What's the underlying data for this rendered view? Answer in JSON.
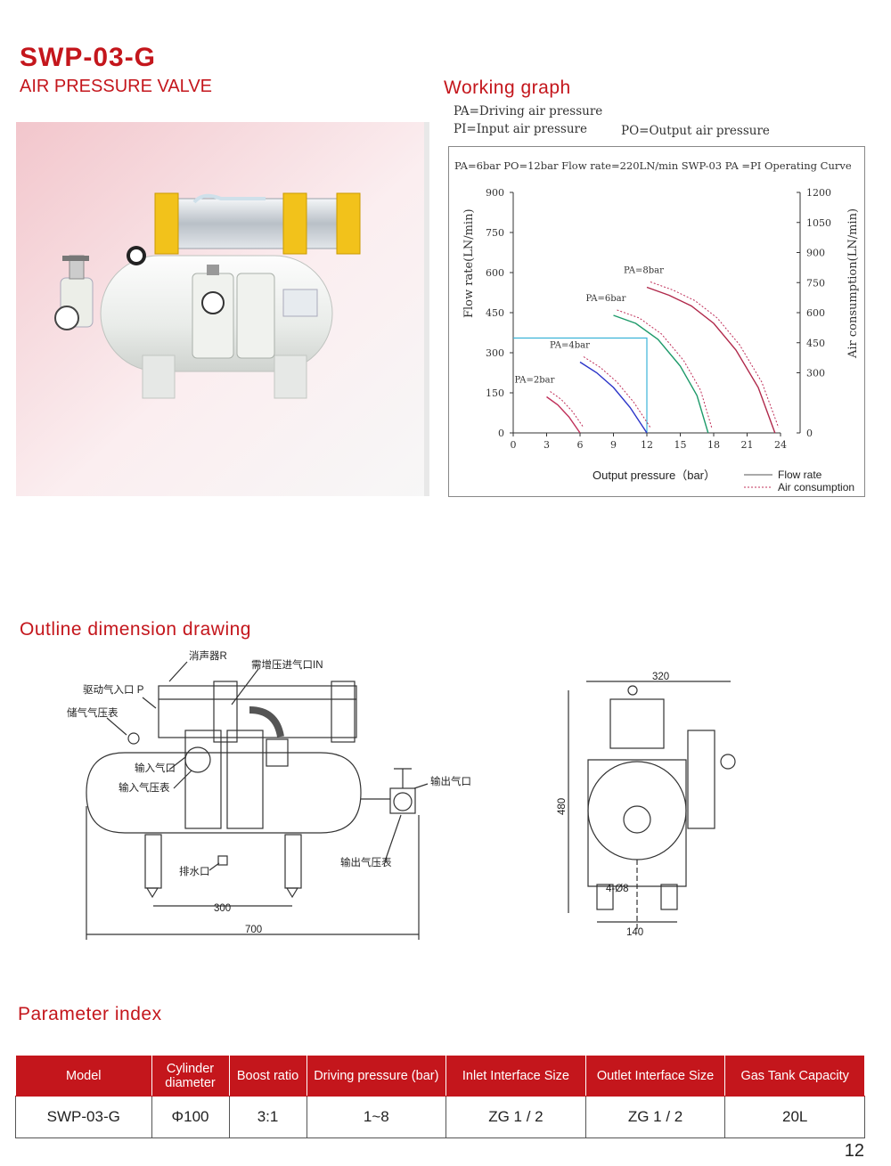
{
  "header": {
    "title": "SWP-03-G",
    "subtitle": "AIR PRESSURE VALVE"
  },
  "working_graph": {
    "section_title": "Working graph",
    "legend": [
      "PA=Driving air pressure",
      "PI=Input air pressure",
      "PO=Output air pressure"
    ],
    "caption": "PA=6bar PO=12bar  Flow rate=220LN/min  SWP-03 PA =PI Operating Curve",
    "series_legend": {
      "flow": "Flow rate",
      "air": "Air consumption"
    },
    "colors": {
      "pa2": "#c0305a",
      "pa4": "#2a33c8",
      "pa6": "#1e9a6a",
      "pa8": "#b0284a",
      "accent": "#c4161c"
    }
  },
  "chart_data": {
    "type": "line",
    "caption": "PA=6bar PO=12bar  Flow rate=220LN/min  SWP-03 PA =PI Operating Curve",
    "xlabel": "Output pressure（bar）",
    "ylabel": "Flow rate(LN/min)",
    "ylabel_right": "Air consumption(LN/min)",
    "xlim": [
      0,
      24
    ],
    "ylim": [
      0,
      900
    ],
    "ylim_right": [
      0,
      1200
    ],
    "x_ticks": [
      "0",
      "3",
      "6",
      "9",
      "12",
      "15",
      "18",
      "21",
      "24"
    ],
    "y_ticks": [
      "0",
      "150",
      "300",
      "450",
      "600",
      "750",
      "900"
    ],
    "y_ticks_right": [
      "0",
      "300",
      "450",
      "600",
      "750",
      "900",
      "1050",
      "1200"
    ],
    "series": [
      {
        "name": "PA=2bar",
        "x": [
          3,
          4,
          5,
          6
        ],
        "y": [
          135,
          105,
          60,
          0
        ]
      },
      {
        "name": "PA=4bar",
        "x": [
          6,
          7.5,
          9,
          10.5,
          12
        ],
        "y": [
          265,
          225,
          170,
          95,
          0
        ]
      },
      {
        "name": "PA=6bar",
        "x": [
          9,
          11,
          13,
          15,
          16.5,
          17.5
        ],
        "y": [
          440,
          410,
          350,
          250,
          140,
          0
        ]
      },
      {
        "name": "PA=8bar",
        "x": [
          12,
          14,
          16,
          18,
          20,
          22,
          23.5
        ],
        "y": [
          545,
          515,
          475,
          410,
          310,
          170,
          0
        ]
      }
    ],
    "operating_point": {
      "x": 12,
      "y": 355
    },
    "legend": [
      "Flow rate",
      "Air consumption"
    ]
  },
  "outline": {
    "section_title": "Outline dimension drawing",
    "labels": {
      "muffler": "消声器R",
      "boost_inlet": "需增压进气口IN",
      "drive_inlet": "驱动气入口 P",
      "tank_gauge": "储气气压表",
      "input_port": "输入气口",
      "input_gauge": "输入气压表",
      "output_port": "输出气口",
      "drain": "排水口",
      "output_gauge": "输出气压表"
    },
    "dimensions": {
      "d300": "300",
      "d700": "700",
      "d320": "320",
      "d480": "480",
      "d140": "140",
      "holes": "4-Ø8"
    }
  },
  "parameters": {
    "section_title": "Parameter index",
    "headers": [
      "Model",
      "Cylinder diameter",
      "Boost ratio",
      "Driving pressure (bar)",
      "Inlet Interface Size",
      "Outlet Interface Size",
      "Gas Tank Capacity"
    ],
    "rows": [
      [
        "SWP-03-G",
        "Φ100",
        "3:1",
        "1~8",
        "ZG 1 / 2",
        "ZG 1 / 2",
        "20L"
      ]
    ]
  },
  "page_number": "12"
}
